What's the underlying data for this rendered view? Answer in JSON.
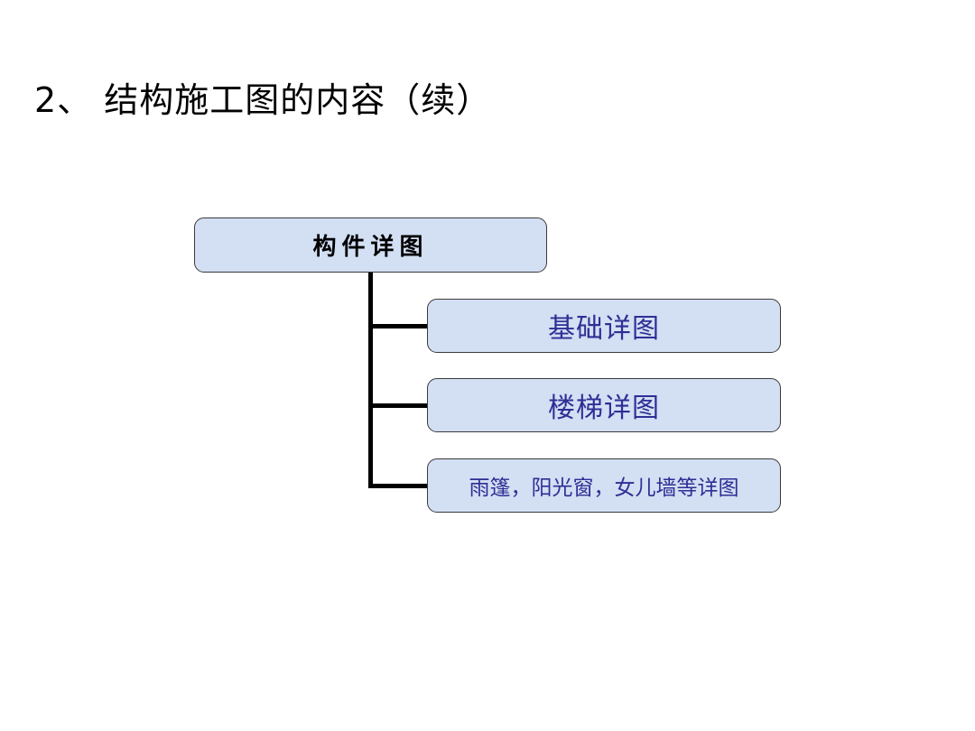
{
  "slide": {
    "title": "2、 结构施工图的内容（续）"
  },
  "diagram": {
    "root": {
      "label": "构件详图"
    },
    "children": [
      {
        "label": "基础详图"
      },
      {
        "label": "楼梯详图"
      },
      {
        "label": "雨篷，阳光窗，女儿墙等详图"
      }
    ],
    "colors": {
      "node_fill": "#d3dff3",
      "node_border": "#3a3a3a",
      "child_text": "#2e2e95",
      "connector": "#000000"
    }
  }
}
